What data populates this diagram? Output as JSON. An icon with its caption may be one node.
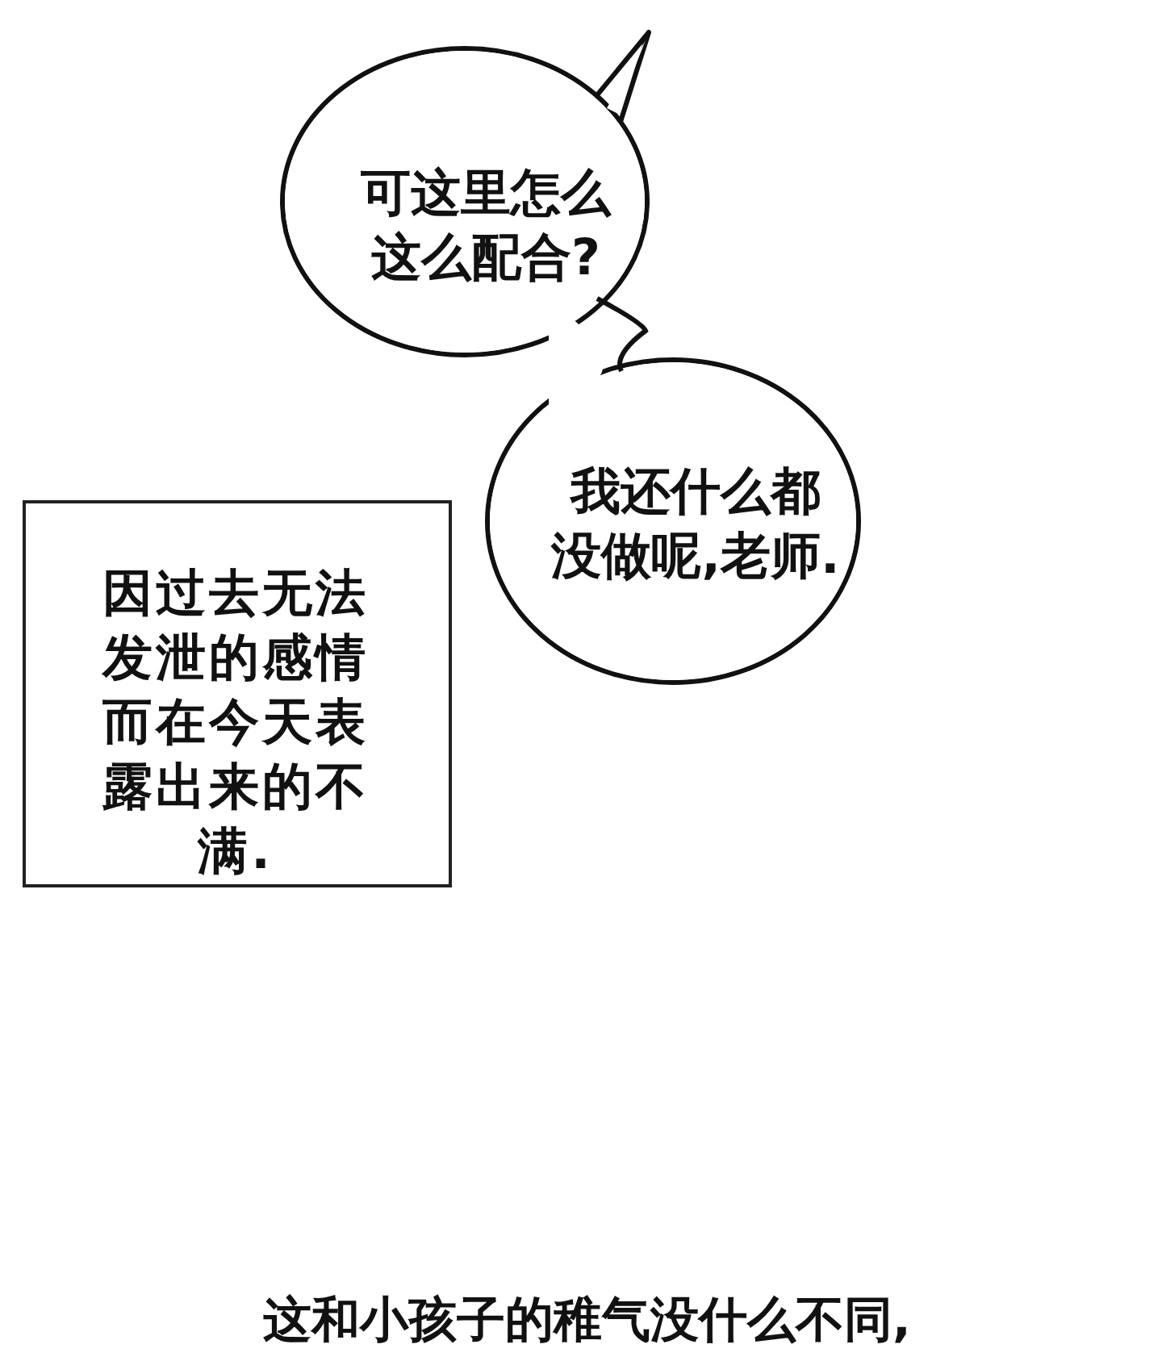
{
  "diagram": {
    "nodes": [
      {
        "text": [
          "可这里怎么这么配合?",
          "我还什么都没做呢,老师."
        ]
      },
      {
        "text": [
          "因过去无法发泄的感情而在今天表露出来的不满."
        ]
      }
    ],
    "labels": [
      "这和小孩子的稚气没什么不同,"
    ]
  }
}
